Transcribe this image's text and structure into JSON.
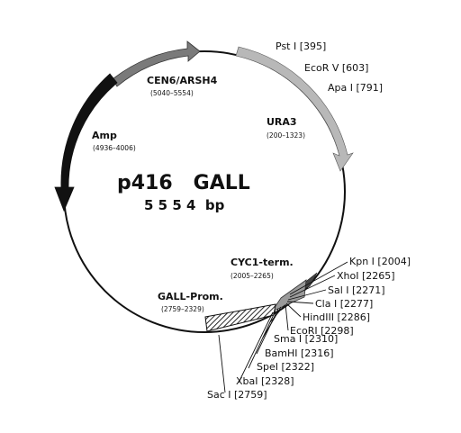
{
  "plasmid": {
    "name": "p416   GALL",
    "size": "5 5 5 4  bp"
  },
  "features": [
    {
      "id": "ura3",
      "name": "URA3",
      "range": "(200–1323)"
    },
    {
      "id": "cyc1",
      "name": "CYC1-term.",
      "range": "(2005–2265)"
    },
    {
      "id": "gall",
      "name": "GALL-Prom.",
      "range": "(2759–2329)"
    },
    {
      "id": "amp",
      "name": "Amp",
      "range": "(4936–4006)"
    },
    {
      "id": "cen6",
      "name": "CEN6/ARSH4",
      "range": "(5040–5554)"
    }
  ],
  "sites": [
    {
      "id": "pst1",
      "label": "Pst I [395]"
    },
    {
      "id": "ecorv",
      "label": "EcoR V [603]"
    },
    {
      "id": "apa1",
      "label": "Apa I [791]"
    },
    {
      "id": "kpn1",
      "label": "Kpn  I [2004]"
    },
    {
      "id": "xho1",
      "label": "XhoI [2265]"
    },
    {
      "id": "sal1",
      "label": "Sal I [2271]"
    },
    {
      "id": "cla1",
      "label": "Cla I [2277]"
    },
    {
      "id": "hind3",
      "label": "HindIII [2286]"
    },
    {
      "id": "ecori",
      "label": "EcoRI [2298]"
    },
    {
      "id": "sma1",
      "label": "Sma I [2310]"
    },
    {
      "id": "bamh1",
      "label": "BamHI [2316]"
    },
    {
      "id": "spe1",
      "label": "SpeI [2322]"
    },
    {
      "id": "xba1",
      "label": "XbaI [2328]"
    },
    {
      "id": "sac1",
      "label": "Sac I [2759]"
    }
  ]
}
